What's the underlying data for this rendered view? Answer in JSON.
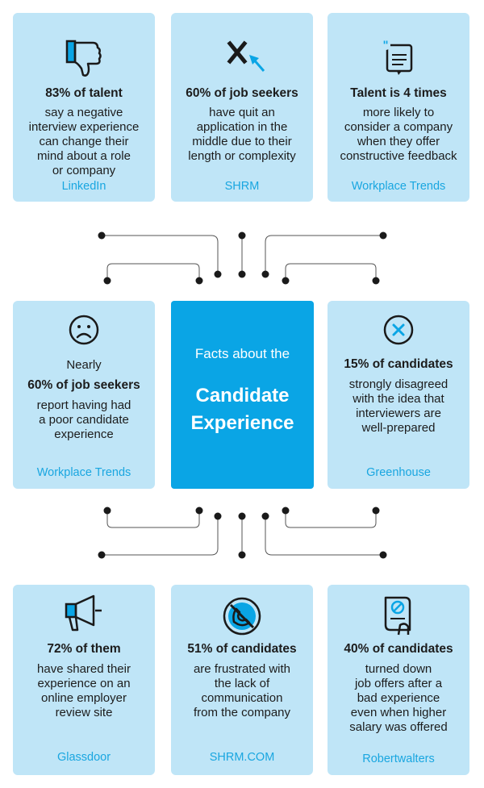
{
  "center": {
    "subtitle": "Facts about the",
    "title_line1": "Candidate",
    "title_line2": "Experience",
    "color": "#0aa5e5"
  },
  "card_color": "#bfe5f7",
  "source_color": "#19a6e0",
  "cards": [
    {
      "id": "linkedin",
      "icon": "thumbs-down-icon",
      "headline": "83% of talent",
      "body": [
        "say a negative",
        "interview experience",
        "can change their",
        "mind about a role",
        "or company"
      ],
      "source": "LinkedIn"
    },
    {
      "id": "shrm",
      "icon": "close-cursor-icon",
      "headline": "60% of job seekers",
      "body": [
        "have quit an",
        "application in the",
        "middle due to their",
        "length or complexity"
      ],
      "source": "SHRM"
    },
    {
      "id": "workplace-trends-1",
      "icon": "feedback-document-icon",
      "headline": "Talent is 4 times",
      "body": [
        "more likely to",
        "consider a company",
        "when they offer",
        "constructive feedback"
      ],
      "source": "Workplace Trends"
    },
    {
      "id": "workplace-trends-2",
      "icon": "sad-face-icon",
      "pre": "Nearly",
      "headline": "60% of job seekers",
      "body": [
        "report having had",
        "a poor candidate",
        "experience"
      ],
      "source": "Workplace Trends"
    },
    {
      "id": "greenhouse",
      "icon": "x-circle-icon",
      "headline": "15% of candidates",
      "body": [
        "strongly disagreed",
        "with the idea that",
        "interviewers are",
        "well-prepared"
      ],
      "source": "Greenhouse"
    },
    {
      "id": "glassdoor",
      "icon": "megaphone-icon",
      "headline": "72% of them",
      "body": [
        "have shared their",
        "experience on an",
        "online employer",
        "review site"
      ],
      "source": "Glassdoor"
    },
    {
      "id": "shrm-com",
      "icon": "no-phone-icon",
      "headline": "51% of candidates",
      "body": [
        "are frustrated with",
        "the lack of",
        "communication",
        "from the company"
      ],
      "source": "SHRM.COM"
    },
    {
      "id": "robertwalters",
      "icon": "declined-document-icon",
      "headline": "40% of candidates",
      "body": [
        "turned down",
        "job offers after a",
        "bad experience",
        "even when higher",
        "salary was offered"
      ],
      "source": "Robertwalters"
    }
  ]
}
